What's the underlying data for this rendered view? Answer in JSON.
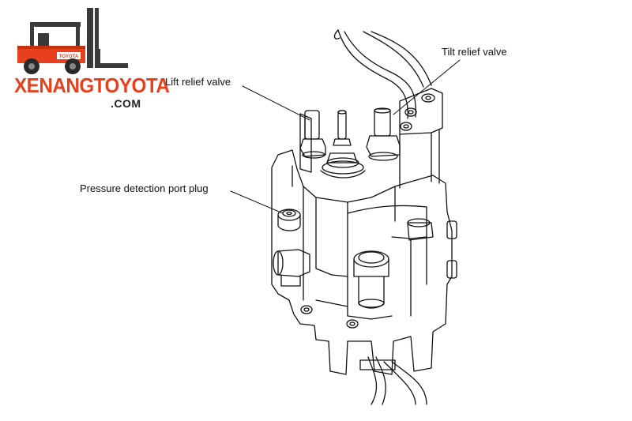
{
  "logo": {
    "wordmark": "XENANGTOYOTA",
    "domain": ".COM",
    "badge_text": "TOYOTA",
    "brand_color": "#e8401c",
    "icon": "forklift-icon"
  },
  "labels": {
    "lift_relief_valve": "Lift relief valve",
    "tilt_relief_valve": "Tilt relief valve",
    "pressure_detection_port_plug": "Pressure detection port plug"
  },
  "colors": {
    "line": "#111111",
    "background": "#ffffff"
  }
}
